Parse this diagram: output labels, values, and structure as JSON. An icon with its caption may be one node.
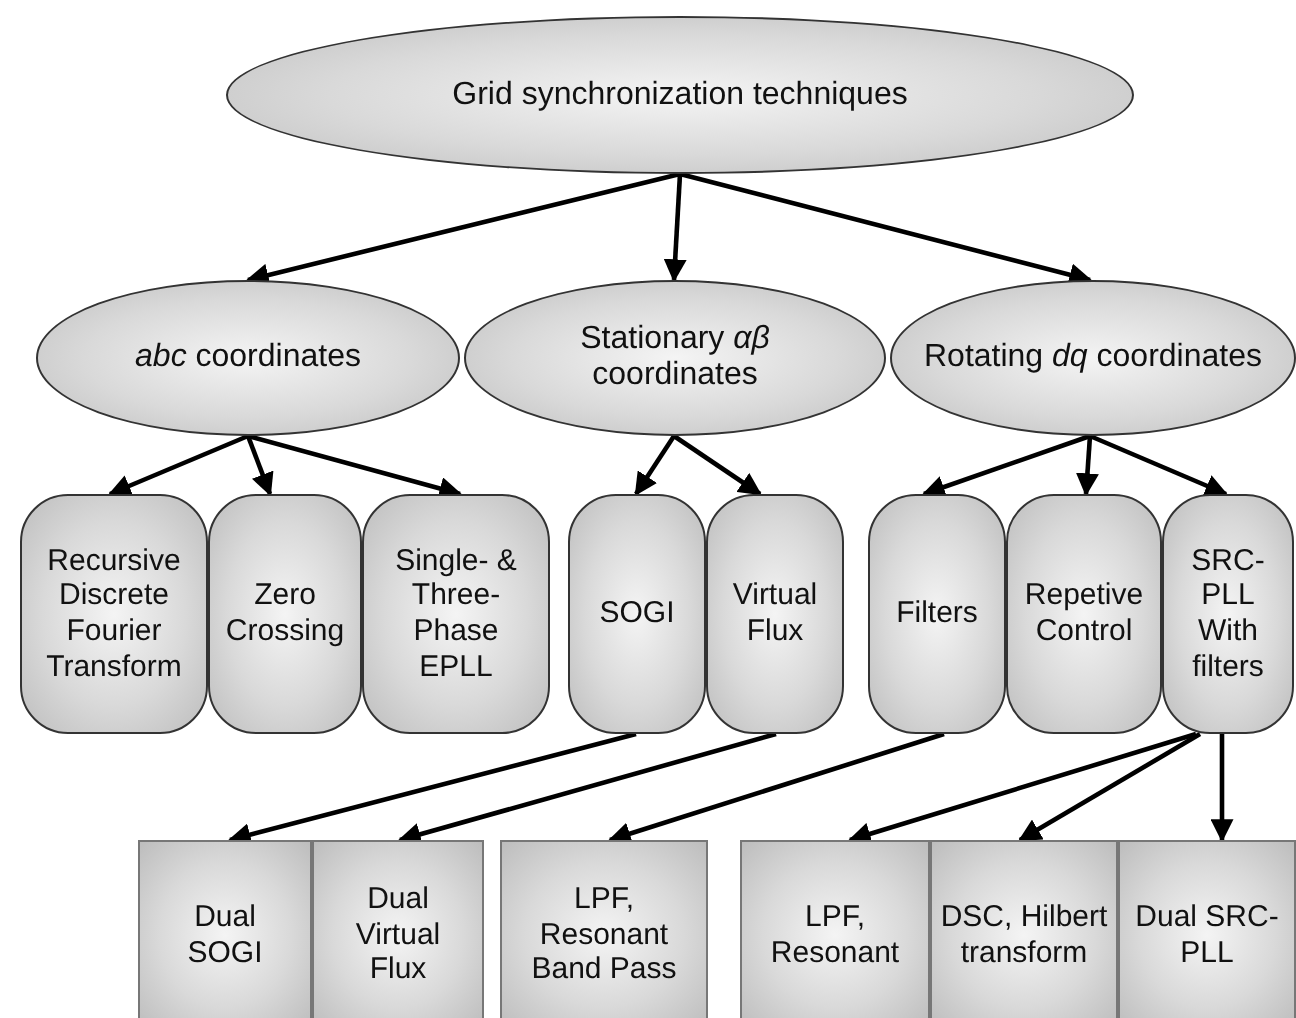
{
  "diagram": {
    "nodes": [
      {
        "text": [
          "Grid synchronization techniques"
        ]
      },
      {
        "text": [
          "*abc* coordinates"
        ]
      },
      {
        "text": [
          "Stationary *αβ* coordinates"
        ]
      },
      {
        "text": [
          "Rotating *dq* coordinates"
        ]
      },
      {
        "text": [
          "Recursive Discrete Fourier Transform"
        ]
      },
      {
        "text": [
          "Zero Crossing"
        ]
      },
      {
        "text": [
          "Single- & Three-Phase EPLL"
        ]
      },
      {
        "text": [
          "SOGI"
        ]
      },
      {
        "text": [
          "Virtual Flux"
        ]
      },
      {
        "text": [
          "Filters"
        ]
      },
      {
        "text": [
          "Repetive Control"
        ]
      },
      {
        "text": [
          "SRC-PLL With filters"
        ]
      },
      {
        "text": [
          "Dual SOGI"
        ]
      },
      {
        "text": [
          "Dual Virtual Flux"
        ]
      },
      {
        "text": [
          "LPF, Resonant Band Pass"
        ]
      },
      {
        "text": [
          "LPF, Resonant"
        ]
      },
      {
        "text": [
          "DSC, Hilbert transform"
        ]
      },
      {
        "text": [
          "Dual SRC-PLL"
        ]
      }
    ],
    "edges": [
      {
        "from": 0,
        "to": 1,
        "arrow": "to"
      },
      {
        "from": 0,
        "to": 2,
        "arrow": "to"
      },
      {
        "from": 0,
        "to": 3,
        "arrow": "to"
      },
      {
        "from": 1,
        "to": 4,
        "arrow": "to"
      },
      {
        "from": 1,
        "to": 5,
        "arrow": "to"
      },
      {
        "from": 1,
        "to": 6,
        "arrow": "to"
      },
      {
        "from": 2,
        "to": 7,
        "arrow": "to"
      },
      {
        "from": 2,
        "to": 8,
        "arrow": "to"
      },
      {
        "from": 3,
        "to": 9,
        "arrow": "to"
      },
      {
        "from": 3,
        "to": 10,
        "arrow": "to"
      },
      {
        "from": 3,
        "to": 11,
        "arrow": "to"
      },
      {
        "from": 7,
        "to": 12,
        "arrow": "to"
      },
      {
        "from": 8,
        "to": 13,
        "arrow": "to"
      },
      {
        "from": 9,
        "to": 14,
        "arrow": "to"
      },
      {
        "from": 11,
        "to": 15,
        "arrow": "to"
      },
      {
        "from": 11,
        "to": 16,
        "arrow": "to"
      },
      {
        "from": 11,
        "to": 17,
        "arrow": "to"
      }
    ]
  }
}
